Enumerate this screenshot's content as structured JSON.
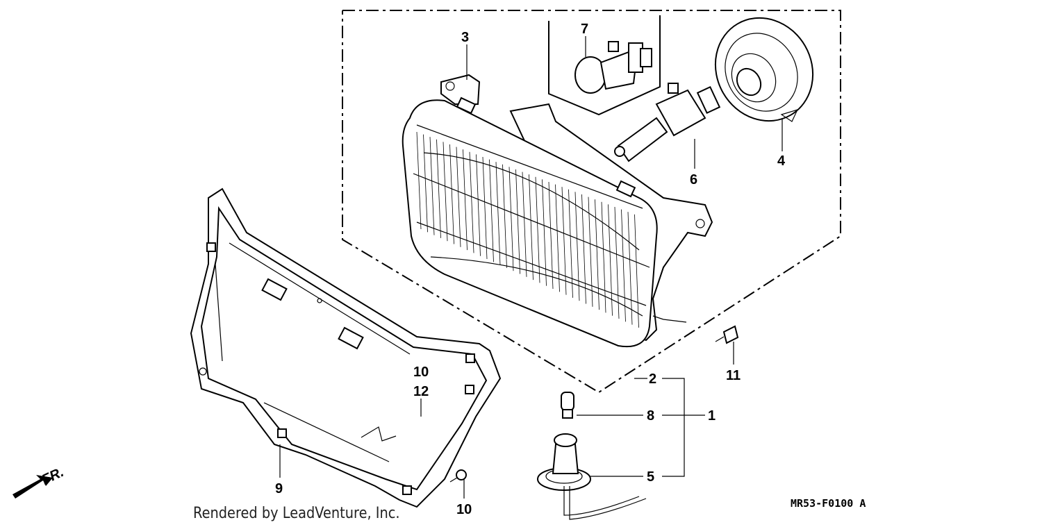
{
  "diagram": {
    "code": "MR53-F0100 A",
    "front_label": "FR.",
    "credit": "Rendered by LeadVenture, Inc.",
    "callouts": {
      "c1": "1",
      "c2": "2",
      "c3": "3",
      "c4": "4",
      "c5": "5",
      "c6": "6",
      "c7": "7",
      "c8": "8",
      "c9": "9",
      "c10a": "10",
      "c10b": "10",
      "c11": "11",
      "c12": "12"
    }
  }
}
